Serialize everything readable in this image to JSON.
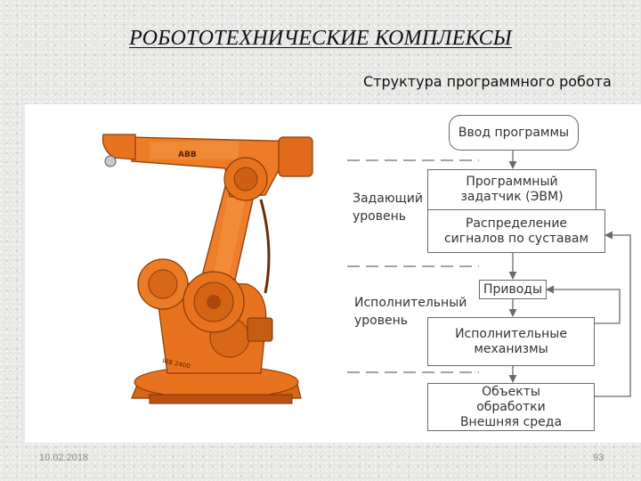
{
  "slide": {
    "title": "РОБОТОТЕХНИЧЕСКИЕ КОМПЛЕКСЫ",
    "subtitle": "Структура программного робота",
    "date": "10.02.2018",
    "page": "93"
  },
  "robot": {
    "brand_mark": "ABB",
    "base_mark": "IRB 2400"
  },
  "diagram": {
    "input": "Ввод программы",
    "programmer": "Программный задатчик (ЭВМ)",
    "distribution": "Распределение сигналов по суставам",
    "drives": "Приводы",
    "mechanisms": "Исполнительные механизмы",
    "objects": "Объекты обработки Внешняя среда",
    "level_master": "Задающий\nуровень",
    "level_executive": "Исполнительный\nуровень"
  },
  "colors": {
    "robot_orange": "#e8731e",
    "robot_shadow": "#b9520f",
    "line": "#6a6a6a"
  }
}
